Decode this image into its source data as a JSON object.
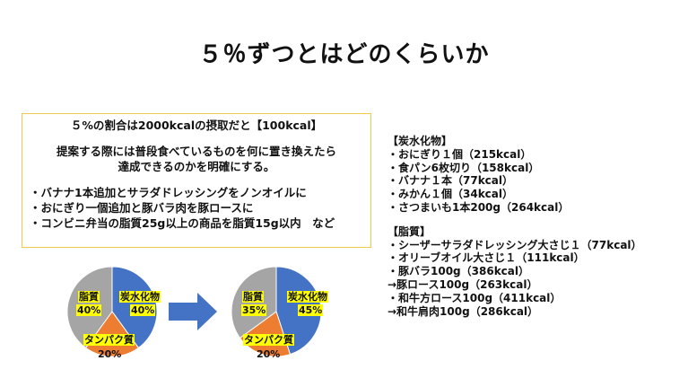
{
  "slide": {
    "title": "５％ずつとはどのくらいか"
  },
  "box": {
    "heading": "５%の割合は2000kcalの摂取だと【100kcal】",
    "desc1": "提案する際には普段食べているものを何に置き換えたら",
    "desc2": "達成できるのかを明確にする。",
    "items": [
      "・バナナ1本追加とサラダドレッシングをノンオイルに",
      "・おにぎり一個追加と豚バラ肉を豚ロースに",
      "・コンビニ弁当の脂質25g以上の商品を脂質15g以内　など"
    ]
  },
  "carb": {
    "heading": "【炭水化物】",
    "items": [
      "・おにぎり１個（215kcal）",
      "・食パン6枚切り（158kcal）",
      "・バナナ１本（77kcal）",
      "・みかん１個（34kcal）",
      "・さつまいも1本200g（264kcal）"
    ]
  },
  "fat": {
    "heading": "【脂質】",
    "items": [
      "・シーザーサラダドレッシング大さじ１（77kcal）",
      "・オリーブオイル大さじ１（111kcal）",
      "・豚バラ100g（386kcal）",
      "→豚ロース100g（263kcal）",
      "・和牛方ロース100g（411kcal）",
      "→和牛肩肉100g（286kcal）"
    ]
  },
  "colors": {
    "carb": "#4472c4",
    "protein": "#ed7d31",
    "fat": "#a5a5a5",
    "arrow": "#4472c4",
    "label_bg": "#ffff00",
    "box_border": "#f2c94c"
  },
  "chart_data": [
    {
      "type": "pie",
      "slices": [
        {
          "name": "炭水化物",
          "value": 40
        },
        {
          "name": "タンパク質",
          "value": 20
        },
        {
          "name": "脂質",
          "value": 40
        }
      ],
      "labels": {
        "carb_name": "炭水化物",
        "carb_pct": "40%",
        "protein_name": "タンパク質",
        "protein_pct": "20%",
        "fat_name": "脂質",
        "fat_pct": "40%"
      }
    },
    {
      "type": "pie",
      "slices": [
        {
          "name": "炭水化物",
          "value": 45
        },
        {
          "name": "タンパク質",
          "value": 20
        },
        {
          "name": "脂質",
          "value": 35
        }
      ],
      "labels": {
        "carb_name": "炭水化物",
        "carb_pct": "45%",
        "protein_name": "タンパク質",
        "protein_pct": "20%",
        "fat_name": "脂質",
        "fat_pct": "35%"
      }
    }
  ]
}
